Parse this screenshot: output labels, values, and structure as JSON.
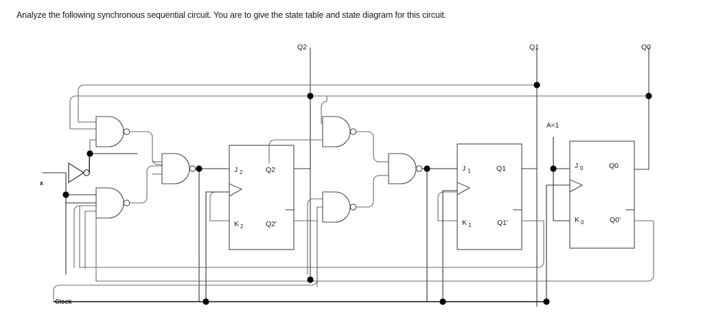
{
  "prompt": {
    "text": "Analyze the following synchronous sequential circuit. You are to give the state table and state diagram for this circuit."
  },
  "circuit": {
    "title": "synchronous sequential circuit",
    "inputs": [
      {
        "name": "x-input",
        "label": "x"
      },
      {
        "name": "clock-input",
        "label": "Clock"
      },
      {
        "name": "constant-a",
        "label": "A=1"
      }
    ],
    "outputs": [
      {
        "name": "q2-output",
        "label": "Q2"
      },
      {
        "name": "q1-output",
        "label": "Q1"
      },
      {
        "name": "q0-output",
        "label": "Q0"
      }
    ],
    "flipflops": [
      {
        "name": "flipflop-2",
        "j_label": "J",
        "j_sub": "2",
        "k_label": "K",
        "k_sub": "2",
        "q_label": "Q2",
        "qn_label": "Q2'"
      },
      {
        "name": "flipflop-1",
        "j_label": "J",
        "j_sub": "1",
        "k_label": "K",
        "k_sub": "1",
        "q_label": "Q1",
        "qn_label": "Q1'"
      },
      {
        "name": "flipflop-0",
        "j_label": "J",
        "j_sub": "0",
        "k_label": "K",
        "k_sub": "0",
        "q_label": "Q0",
        "qn_label": "Q0'"
      }
    ],
    "gates": [
      {
        "name": "inverter-x",
        "type": "NOT"
      },
      {
        "name": "nand-upper-left",
        "type": "NAND"
      },
      {
        "name": "nand-lower-left",
        "type": "NAND"
      },
      {
        "name": "nand-j2",
        "type": "NAND"
      },
      {
        "name": "nand-upper-mid",
        "type": "NAND"
      },
      {
        "name": "nand-lower-mid",
        "type": "NAND"
      },
      {
        "name": "nand-j1",
        "type": "NAND"
      }
    ],
    "colors": {
      "wire": "#555555",
      "wire_dark": "#111111",
      "gate_outline": "#444444",
      "box_outline": "#555555",
      "text": "#1a1a1a",
      "junction": "#000000"
    }
  }
}
